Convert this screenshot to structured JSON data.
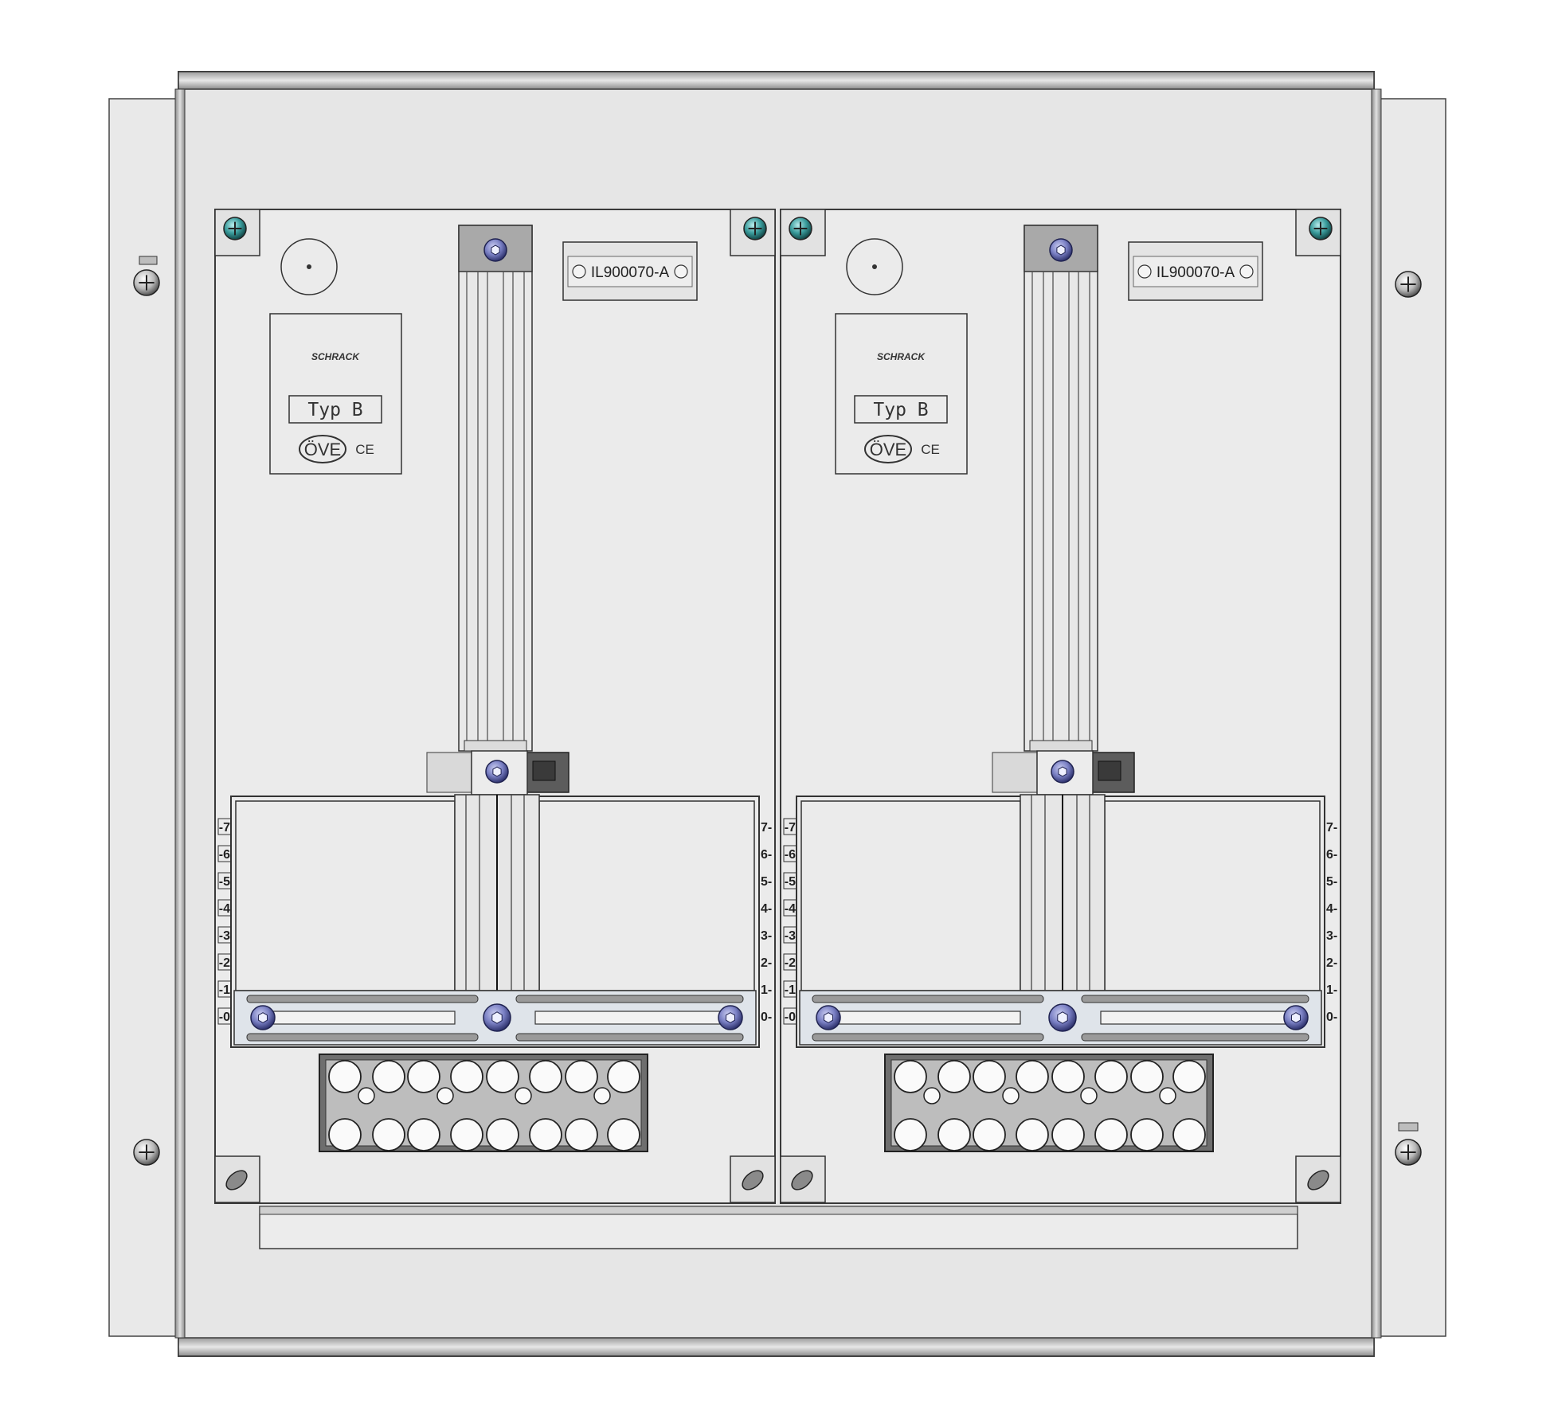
{
  "panels": [
    {
      "id": "left",
      "brand": "SCHRACK",
      "type_label": "Typ B",
      "certification": "ÖVE",
      "ce_mark": "CE",
      "part_number": "IL900070-A",
      "scale_left": [
        "-7",
        "-6",
        "-5",
        "-4",
        "-3",
        "-2",
        "-1",
        "-0"
      ],
      "scale_right": [
        "7-",
        "6-",
        "5-",
        "4-",
        "3-",
        "2-",
        "1-",
        "0-"
      ]
    },
    {
      "id": "right",
      "brand": "SCHRACK",
      "type_label": "Typ B",
      "certification": "ÖVE",
      "ce_mark": "CE",
      "part_number": "IL900070-A",
      "scale_left": [
        "-7",
        "-6",
        "-5",
        "-4",
        "-3",
        "-2",
        "-1",
        "-0"
      ],
      "scale_right": [
        "7-",
        "6-",
        "5-",
        "4-",
        "3-",
        "2-",
        "1-",
        "0-"
      ]
    }
  ],
  "colors": {
    "panel_fill": "#ebebeb",
    "frame_fill": "#e6e6e6",
    "outline": "#3a3a3a",
    "screw_blue": "#6a6fb0",
    "screw_teal": "#2f8a8a",
    "rail_fill": "#dfe4ea"
  }
}
